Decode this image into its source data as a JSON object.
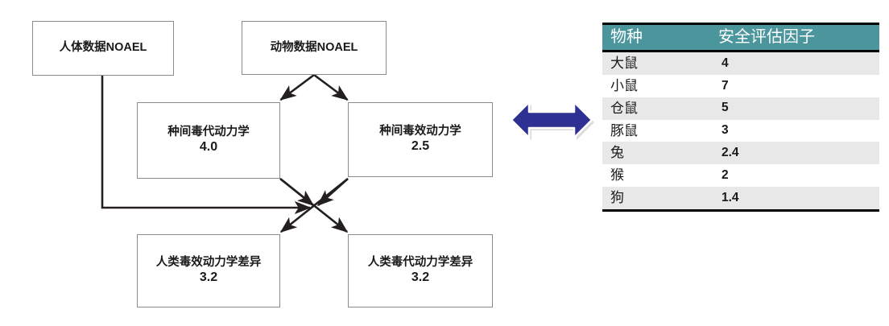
{
  "diagram": {
    "nodes": [
      {
        "id": "human-noael",
        "title": "人体数据NOAEL",
        "value": ""
      },
      {
        "id": "animal-noael",
        "title": "动物数据NOAEL",
        "value": ""
      },
      {
        "id": "inter-tk",
        "title": "种间毒代动力学",
        "value": "4.0"
      },
      {
        "id": "inter-td",
        "title": "种间毒效动力学",
        "value": "2.5"
      },
      {
        "id": "human-td",
        "title": "人类毒效动力学差异",
        "value": "3.2"
      },
      {
        "id": "human-tk",
        "title": "人类毒代动力学差异",
        "value": "3.2"
      }
    ],
    "connector_color": "#231f20",
    "double_arrow": {
      "name": "double-headed-arrow",
      "color": "#2e3192",
      "outline": "#ffffff"
    }
  },
  "table": {
    "header_color": "#4a969c",
    "alt_row_color": "#e8e8e8",
    "columns": [
      "物种",
      "安全评估因子"
    ],
    "rows": [
      {
        "species": "大鼠",
        "factor": "4"
      },
      {
        "species": "小鼠",
        "factor": "7"
      },
      {
        "species": "仓鼠",
        "factor": "5"
      },
      {
        "species": "豚鼠",
        "factor": "3"
      },
      {
        "species": "兔",
        "factor": "2.4"
      },
      {
        "species": "猴",
        "factor": "2"
      },
      {
        "species": "狗",
        "factor": "1.4"
      }
    ]
  }
}
